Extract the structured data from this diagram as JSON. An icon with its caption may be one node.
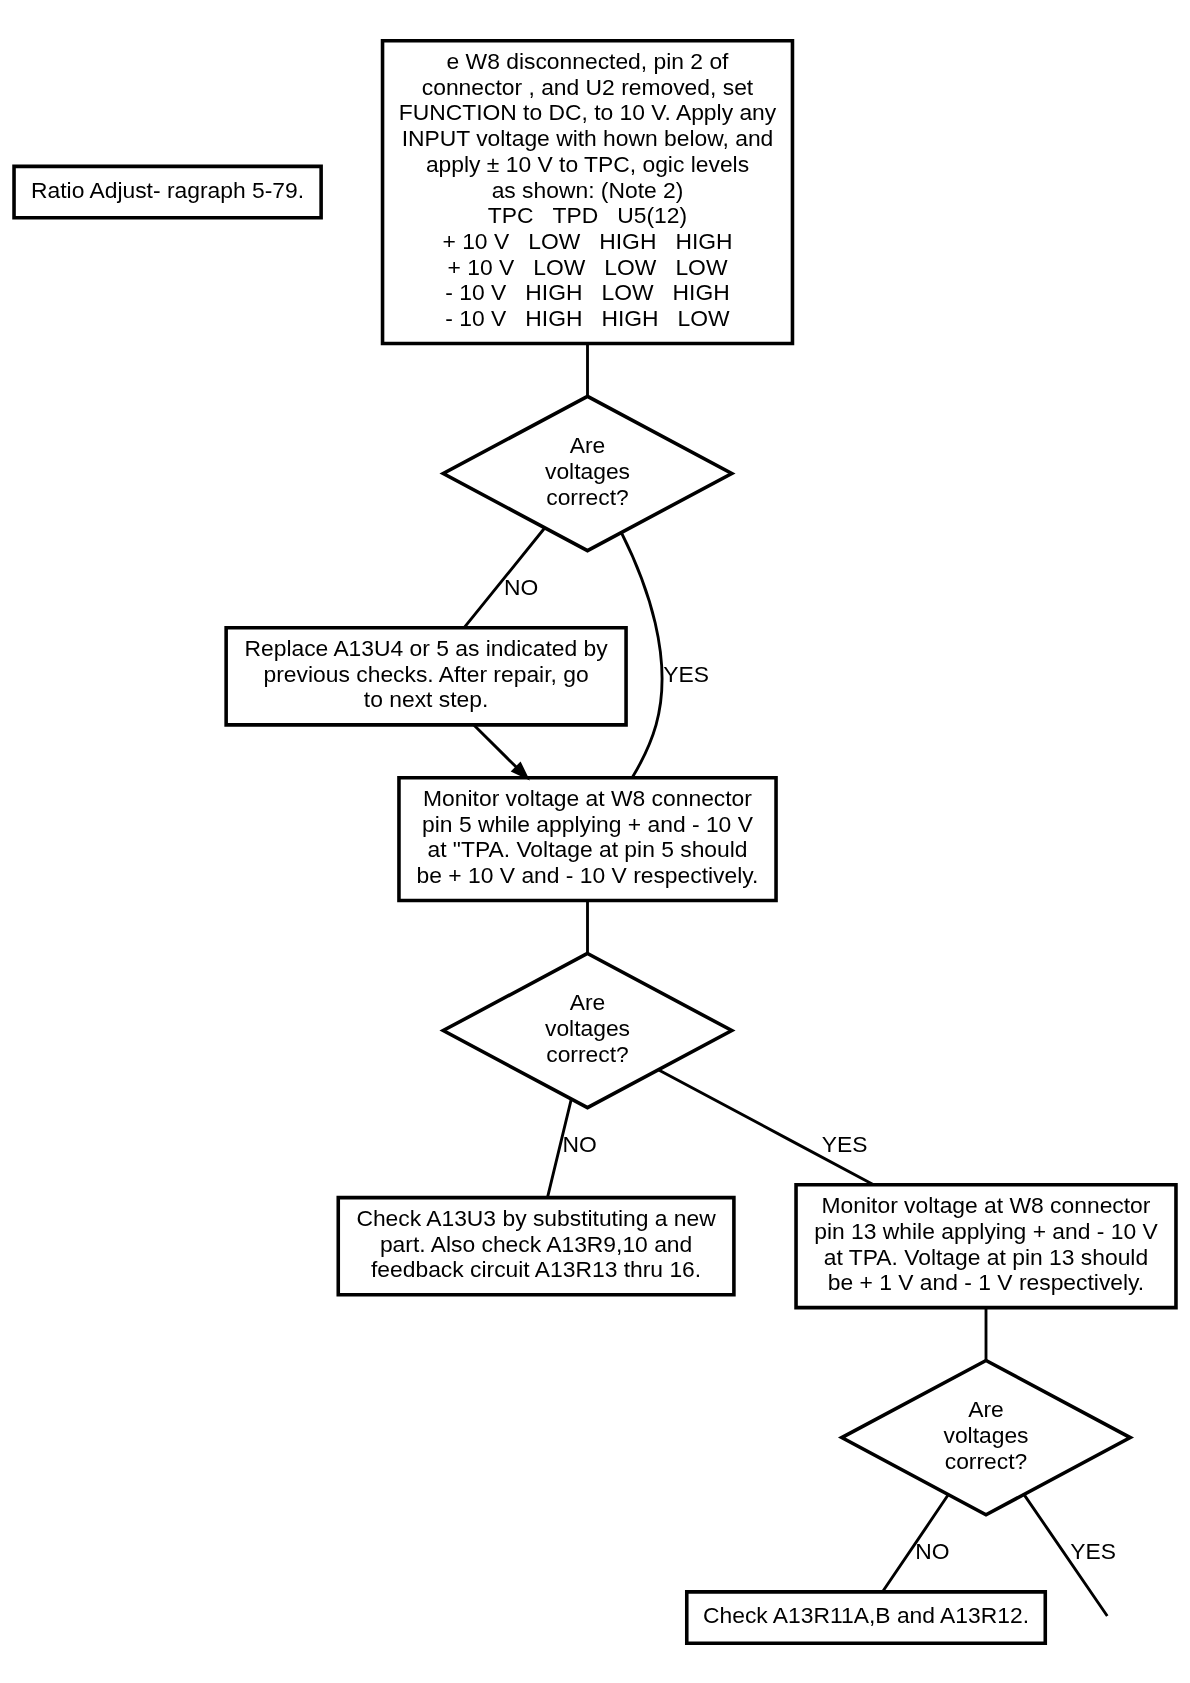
{
  "diagram": {
    "nodes": [
      {
        "text": [
          "Ratio Adjust- ragraph 5-79."
        ]
      },
      {
        "text": [
          "e W8 disconnected, pin 2 of connector , and U2 removed, set FUNCTION to DC, to 10 V. Apply any INPUT voltage with hown below, and apply ± 10 V to TPC, ogic levels as shown: (Note 2)",
          "TPC   TPD   U5(12)",
          "+ 10 V   LOW   HIGH   HIGH",
          "+ 10 V   LOW   LOW   LOW",
          "- 10 V   HIGH   LOW   HIGH",
          "- 10 V   HIGH   HIGH   LOW"
        ]
      },
      {
        "text": [
          "Are voltages correct?"
        ]
      },
      {
        "text": [
          "Replace A13U4 or 5 as indicated by previous checks. After repair, go to next step."
        ]
      },
      {
        "text": [
          "Monitor voltage at W8 connector pin 5 while applying + and - 10 V at \"TPA. Voltage at pin 5 should be + 10 V and - 10 V respectively."
        ]
      },
      {
        "text": [
          "Are voltages correct?"
        ]
      },
      {
        "text": [
          "Check A13U3 by substituting a new part. Also check A13R9,10 and feedback circuit A13R13 thru 16."
        ]
      },
      {
        "text": [
          "Monitor voltage at W8 connector pin 13 while applying + and - 10 V at TPA. Voltage at pin 13 should be + 1 V and - 1 V respectively."
        ]
      },
      {
        "text": [
          "Are voltages correct?"
        ]
      },
      {
        "text": [
          "Check A13R11A,B and A13R12."
        ]
      }
    ],
    "edges": [
      {
        "from": 1,
        "to": 2,
        "arrow": "none"
      },
      {
        "from": 2,
        "to": 4,
        "label": "YES",
        "arrow": "none"
      },
      {
        "from": 2,
        "to": 3,
        "label": "NO",
        "arrow": "none"
      },
      {
        "from": 3,
        "to": 4,
        "arrow": "to"
      },
      {
        "from": 4,
        "to": 5,
        "arrow": "none"
      },
      {
        "from": 5,
        "to": 7,
        "label": "YES",
        "arrow": "none"
      },
      {
        "from": 5,
        "to": 6,
        "label": "NO",
        "arrow": "none"
      },
      {
        "from": 7,
        "to": 8,
        "arrow": "none"
      },
      {
        "from": 8,
        "to": 9,
        "label": "NO",
        "arrow": "none"
      },
      {
        "from": 8,
        "to": null,
        "label": "YES",
        "arrow": "none"
      }
    ]
  }
}
